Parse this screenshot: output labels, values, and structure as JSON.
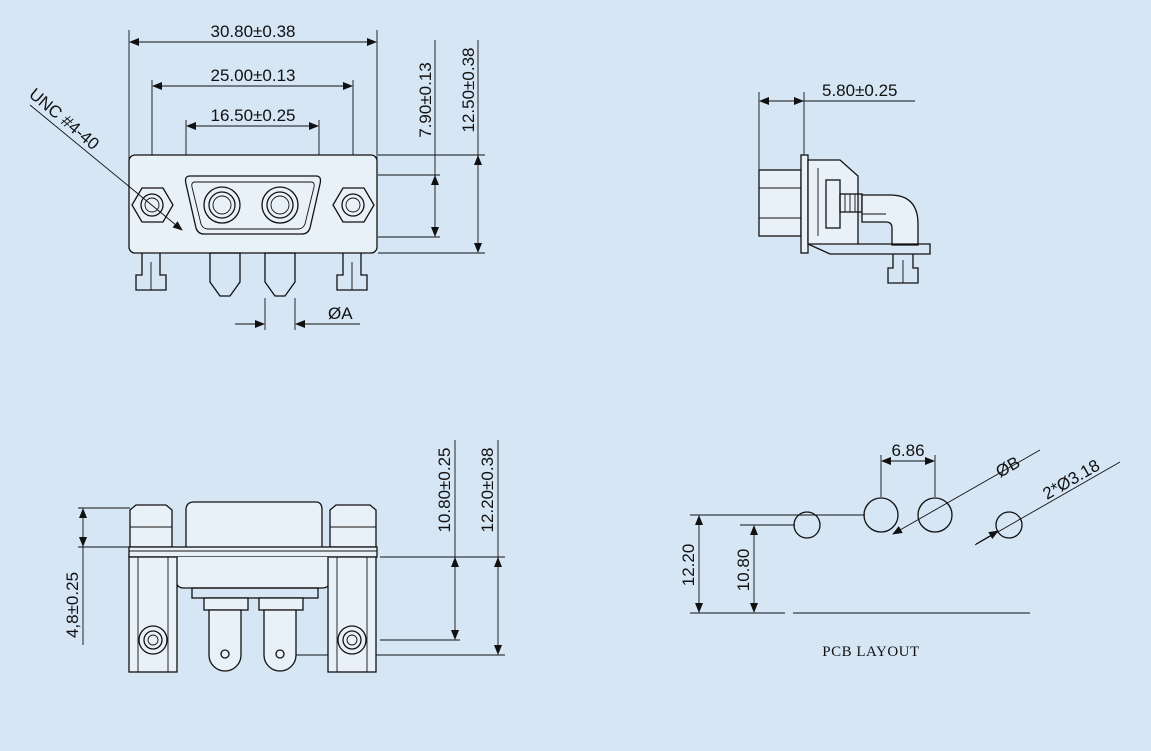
{
  "front_view": {
    "overall_width": "30.80±0.38",
    "mount_spacing": "25.00±0.13",
    "contact_spacing": "16.50±0.25",
    "shell_height": "7.90±0.13",
    "overall_height": "12.50±0.38",
    "thread_label": "UNC #4-40",
    "pin_diameter": "ØA"
  },
  "side_view": {
    "offset": "5.80±0.25"
  },
  "bottom_view": {
    "height_1": "10.80±0.25",
    "height_2": "12.20±0.38",
    "flange_height": "4,8±0.25"
  },
  "pcb_layout": {
    "title": "PCB LAYOUT",
    "hole_pitch": "6.86",
    "hole_diameter": "ØB",
    "mount_holes": "2*Ø3.18",
    "row_height_1": "12.20",
    "row_height_2": "10.80"
  }
}
